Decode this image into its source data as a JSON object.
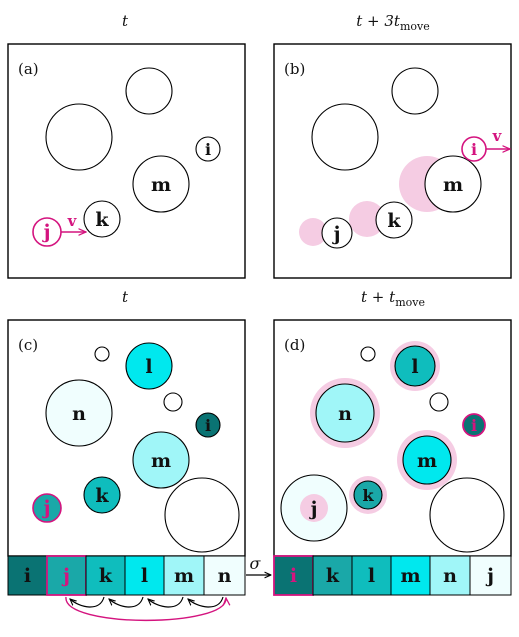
{
  "time_labels": {
    "a": {
      "main": "t",
      "plus": ""
    },
    "b": {
      "main": "t + 3t",
      "sub": "move"
    },
    "c": {
      "main": "t",
      "plus": ""
    },
    "d": {
      "main": "t + t",
      "sub": "move"
    }
  },
  "panel_tags": {
    "a": "(a)",
    "b": "(b)",
    "c": "(c)",
    "d": "(d)"
  },
  "balls": {
    "i": "i",
    "j": "j",
    "k": "k",
    "l": "l",
    "m": "m",
    "n": "n"
  },
  "velocity_label": "v",
  "sigma": "σ",
  "sequence_c": [
    "i",
    "j",
    "k",
    "l",
    "m",
    "n"
  ],
  "sequence_d": [
    "i",
    "k",
    "l",
    "m",
    "n",
    "j"
  ],
  "colors": {
    "magenta": "#d4147f",
    "pink_trail": "#f5cce3",
    "c_i": "#0a7373",
    "c_j": "#1aa8a8",
    "c_k": "#0fbdbd",
    "c_l": "#00e8ee",
    "c_m": "#a0f6f8",
    "c_n": "#f0fefe"
  }
}
